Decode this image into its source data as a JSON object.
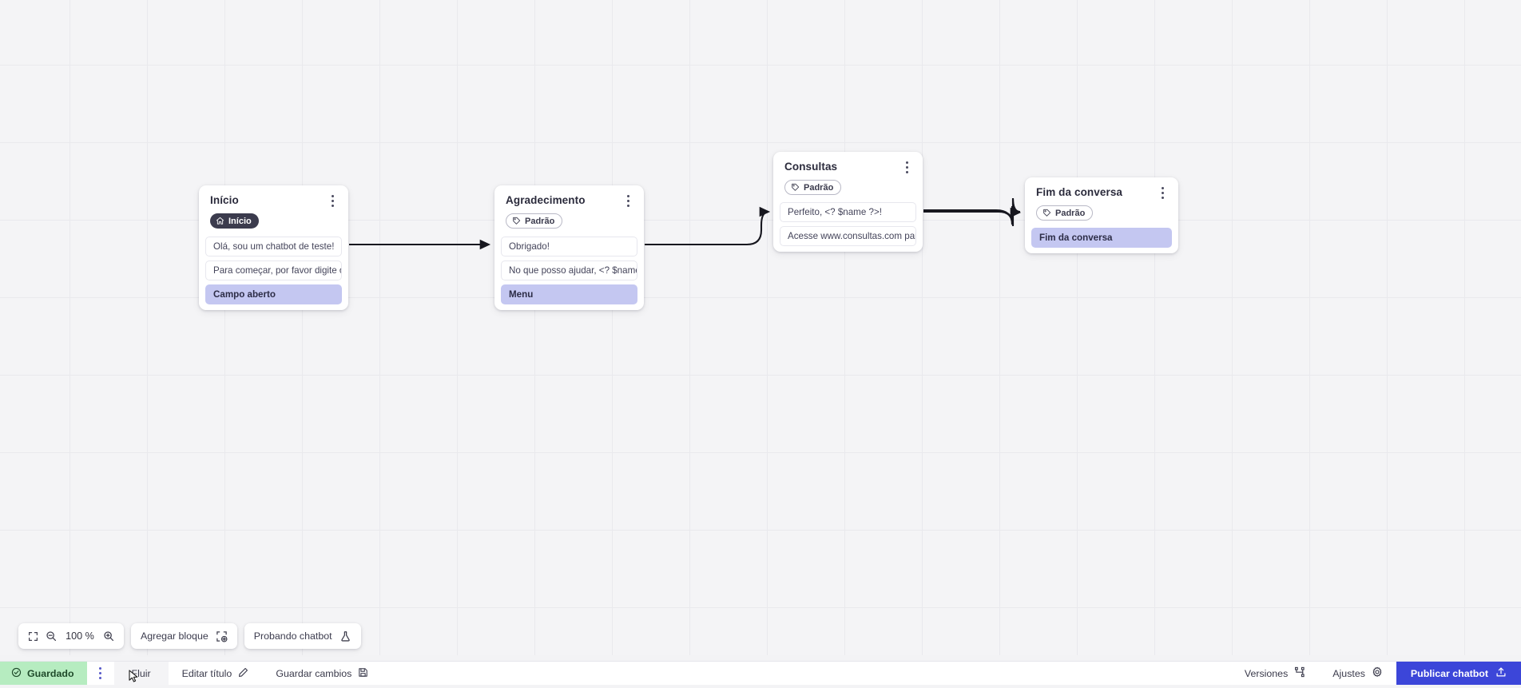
{
  "canvas": {
    "grid": true,
    "background_color": "#f4f4f6",
    "grid_line_color": "#e9e9ed"
  },
  "colors": {
    "accent_blue": "#3c46d9",
    "lavender_item": "#c4c7f1",
    "dark_badge": "#3b3b4d",
    "saved_green": "#b6ecc0"
  },
  "nodes": [
    {
      "id": "inicio",
      "title": "Início",
      "badge": {
        "label": "Início",
        "icon": "home-icon",
        "style": "dark"
      },
      "items": [
        {
          "text": "Olá, sou um chatbot de teste!",
          "style": "plain"
        },
        {
          "text": "Para começar, por favor digite o ...",
          "style": "plain"
        },
        {
          "text": "Campo aberto",
          "style": "accent"
        }
      ]
    },
    {
      "id": "agradecimento",
      "title": "Agradecimento",
      "badge": {
        "label": "Padrão",
        "icon": "tag-icon",
        "style": "outline"
      },
      "items": [
        {
          "text": "Obrigado!",
          "style": "plain"
        },
        {
          "text": "No que posso ajudar, <? $name ...",
          "style": "plain"
        },
        {
          "text": "Menu",
          "style": "accent"
        }
      ]
    },
    {
      "id": "consultas",
      "title": "Consultas",
      "badge": {
        "label": "Padrão",
        "icon": "tag-icon",
        "style": "outline"
      },
      "items": [
        {
          "text": "Perfeito, <? $name ?>!",
          "style": "plain"
        },
        {
          "text": "Acesse www.consultas.com par...",
          "style": "plain"
        }
      ]
    },
    {
      "id": "fim",
      "title": "Fim da conversa",
      "badge": {
        "label": "Padrão",
        "icon": "tag-icon",
        "style": "outline"
      },
      "items": [
        {
          "text": "Fim da conversa",
          "style": "accent"
        }
      ]
    }
  ],
  "toolbar": {
    "fit_icon": "fit-screen-icon",
    "zoom_out_icon": "zoom-out-icon",
    "zoom_level": "100 %",
    "zoom_in_icon": "zoom-in-icon",
    "add_block_label": "Agregar bloque",
    "add_block_icon": "add-block-icon",
    "test_chatbot_label": "Probando chatbot",
    "test_chatbot_icon": "flask-icon"
  },
  "statusbar": {
    "saved_label": "Guardado",
    "saved_icon": "check-circle-icon",
    "menu_icon": "vertical-dots-icon",
    "flow_label": "Fluir",
    "edit_title_label": "Editar título",
    "edit_title_icon": "pencil-icon",
    "save_changes_label": "Guardar cambios",
    "save_changes_icon": "save-icon",
    "versions_label": "Versiones",
    "versions_icon": "branch-icon",
    "settings_label": "Ajustes",
    "settings_icon": "gear-icon",
    "publish_label": "Publicar chatbot",
    "publish_icon": "upload-icon"
  }
}
